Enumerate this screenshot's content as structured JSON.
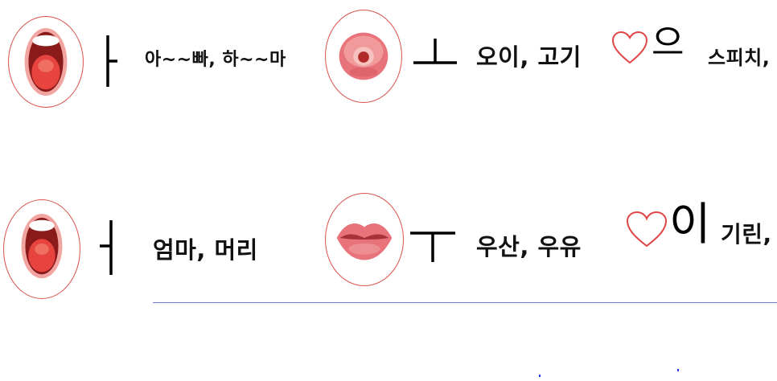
{
  "row1": {
    "item1": {
      "vowel": "ㅏ",
      "mouth_icon": "open-mouth-wide-icon",
      "words": "아~~빠, 하~~마"
    },
    "item2": {
      "vowel": "ㅗ",
      "mouth_icon": "rounded-lips-icon",
      "words": "오이, 고기"
    },
    "item3": {
      "heart_icon": "heart-outline-icon",
      "jamo": "으",
      "words": "스피치,"
    }
  },
  "row2": {
    "item1": {
      "vowel": "ㅓ",
      "mouth_icon": "open-mouth-icon",
      "words": "엄마, 머리"
    },
    "item2": {
      "vowel": "ㅜ",
      "mouth_icon": "pursed-lips-icon",
      "words": "우산, 우유"
    },
    "item3": {
      "heart_icon": "heart-outline-icon",
      "jamo": "이",
      "words": "기린,"
    }
  },
  "colors": {
    "circle_border": "#d9534f",
    "heart_stroke": "#e04646",
    "rule": "#6f7fcf",
    "lip": "#e8737a",
    "mouth_inner": "#8b1a1a",
    "tongue": "#e8443f"
  }
}
